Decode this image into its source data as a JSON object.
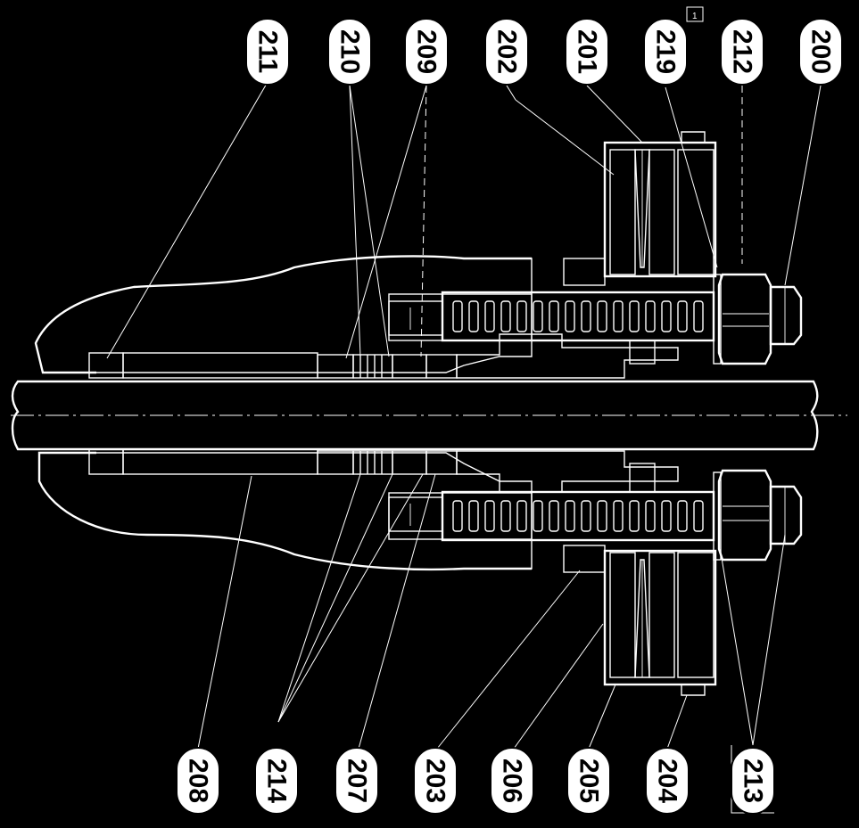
{
  "callouts_top": [
    "211",
    "210",
    "209",
    "202",
    "201",
    "219",
    "212",
    "200"
  ],
  "callouts_bottom": [
    "208",
    "214",
    "207",
    "203",
    "206",
    "205",
    "204",
    "213"
  ],
  "revision_mark": "1",
  "colors": {
    "background": "#000000",
    "lines": "#ffffff",
    "bubble_fill": "#ffffff",
    "bubble_text": "#000000"
  }
}
